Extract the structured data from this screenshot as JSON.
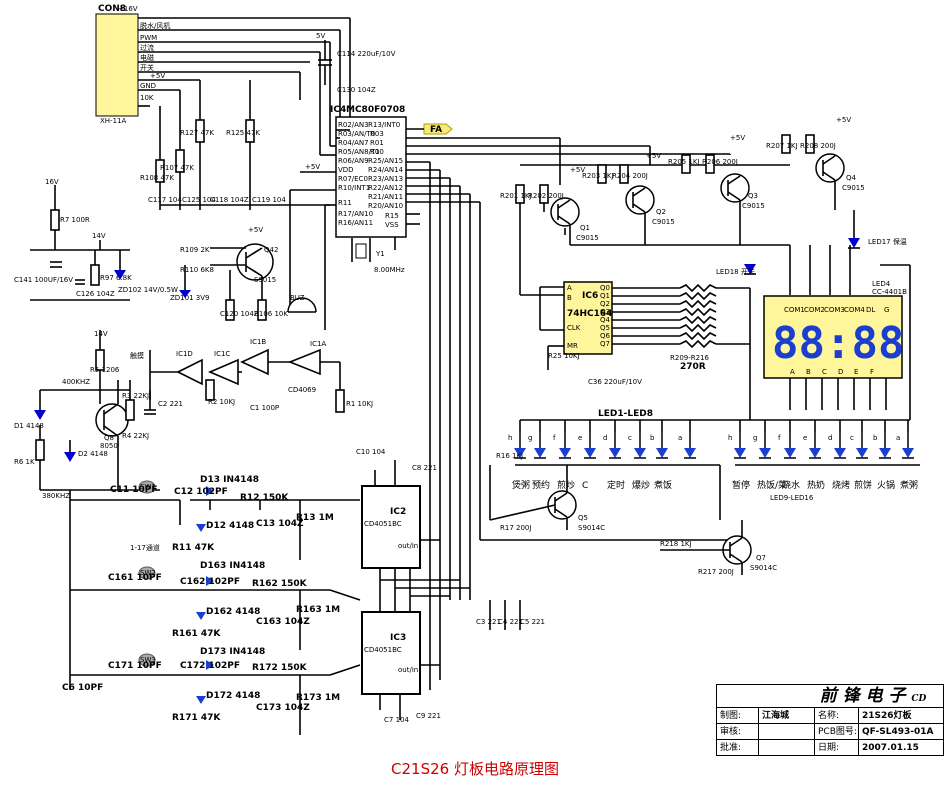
{
  "connector": {
    "name": "CON8",
    "pins": [
      "+16V",
      "脱水/风机",
      "PWM",
      "过流",
      "电磁",
      "开关",
      "+5V",
      "GND",
      "10K"
    ],
    "model": "XH-11A"
  },
  "mcu": {
    "ref": "IC4",
    "part": "MC80F0708",
    "left_pins": [
      "R02/AN3",
      "R03/AN/T0",
      "R04/AN7",
      "R05/AN8/T1",
      "R06/AN9",
      "VDD",
      "R07/EC0",
      "R10/INT1",
      "R11",
      "R17/AN10",
      "R16/AN11"
    ],
    "right_pins": [
      "R13/INT0",
      "R03",
      "R01",
      "R00",
      "R25/AN15",
      "R24/AN14",
      "R23/AN13",
      "R22/AN12",
      "R21/AN11",
      "R20/AN10",
      "R15",
      "VSS"
    ],
    "fa": "FA"
  },
  "crystal": {
    "ref": "Y1",
    "freq": "8.00MHz"
  },
  "shift_reg": {
    "ref": "IC6",
    "part": "74HC164",
    "pins": [
      "A",
      "B",
      "CLK",
      "MR"
    ],
    "outputs": [
      "Q0",
      "Q1",
      "Q2",
      "Q3",
      "Q4",
      "Q5",
      "Q6",
      "Q7"
    ]
  },
  "display": {
    "digits": "88:88",
    "ref": "LED4",
    "part": "CC-4401B",
    "com": [
      "COM1",
      "COM2",
      "COM3",
      "COM4",
      "DL",
      "G"
    ],
    "seg": [
      "A",
      "B",
      "C",
      "D",
      "E",
      "F"
    ]
  },
  "leds_left": {
    "title": "LED1-LED8",
    "labels": [
      "煲粥",
      "预约",
      "煎炒",
      "C",
      "定时",
      "爆炒",
      "煮饭"
    ],
    "seg": [
      "h",
      "g",
      "f",
      "e",
      "d",
      "c",
      "b",
      "a"
    ]
  },
  "leds_right": {
    "title": "LED9-LED16",
    "labels": [
      "暂停",
      "热饭/菜",
      "烧水",
      "热奶",
      "烧烤",
      "煎饼",
      "火锅",
      "煮粥"
    ],
    "seg": [
      "h",
      "g",
      "f",
      "e",
      "d",
      "c",
      "b",
      "a"
    ]
  },
  "components": {
    "q1": "Q1",
    "q1p": "C9015",
    "q2": "Q2",
    "q2p": "C9015",
    "q3": "Q3",
    "q3p": "C9015",
    "q4": "Q4",
    "q4p": "C9015",
    "q5": "Q5",
    "q5p": "S9014C",
    "q7": "Q7",
    "q7p": "S9014C",
    "q8": "Q8",
    "q8p": "8050",
    "q42": "Q42",
    "q42p": "S9015",
    "r201": "R201 1KJ",
    "r202": "R202 200J",
    "r203": "R203 1KJ",
    "r204": "R204 200J",
    "r205": "R205 1KJ",
    "r206": "R206 200J",
    "r207": "R207 1KJ",
    "r208": "R208 200J",
    "r127": "R127 47K",
    "r125": "R125 47K",
    "r107": "R107 47K",
    "r108": "R108 47K",
    "r109": "R109 2K",
    "r110": "R110 6K8",
    "r106": "R106 10K",
    "r7": "R7 100R",
    "r97": "R97 6.8K",
    "c114": "C114 220uF/10V",
    "c130": "C130 104Z",
    "c117": "C117 104",
    "c125": "C125 104",
    "c118": "C118 104Z",
    "c119": "C119 104",
    "c141": "C141 100UF/16V",
    "c126": "C126 104Z",
    "c120": "C120 104Z",
    "zd102": "ZD102 14V/0.5W",
    "zd101": "ZD101 3V9",
    "buz": "BUZ",
    "led17": "LED17 保温",
    "led18": "LED18 开关",
    "r209": "R209-R216",
    "r209v": "270R",
    "r25": "R25 10KJ",
    "c36": "C36 220uF/10V",
    "ic1a": "IC1A",
    "ic1b": "IC1B",
    "ic1c": "IC1C",
    "ic1d": "IC1D",
    "cd4069": "CD4069",
    "r1": "R1 10KJ",
    "c1": "C1 100P",
    "r2": "R2 10KJ",
    "r5": "R5 1206",
    "r3": "R3 22KJ",
    "c2": "C2 221",
    "r4": "R4 22KJ",
    "d1": "D1 4148",
    "d2": "D2 4148",
    "r6": "R6 1K",
    "f400": "400KHZ",
    "f380": "380KHZ",
    "c11": "C11 10PF",
    "c12": "C12 102PF",
    "d13": "D13 IN4148",
    "d12": "D12 4148",
    "r12": "R12 150K",
    "r11": "R11 47K",
    "c13": "C13 104Z",
    "r13": "R13 1M",
    "c161": "C161 10PF",
    "c162": "C162 102PF",
    "d163": "D163 IN4148",
    "d162": "D162 4148",
    "r162": "R162 150K",
    "r161": "R161 47K",
    "c163": "C163 104Z",
    "r163": "R163 1M",
    "c171": "C171 10PF",
    "c6": "C6 10PF",
    "c172": "C172 102PF",
    "d173": "D173 IN4148",
    "d172": "D172 4148",
    "r172": "R172 150K",
    "r171": "R171 47K",
    "c173": "C173 104Z",
    "r173": "R173 1M",
    "ic2": "IC2",
    "ic2p": "CD4051BC",
    "ic3": "IC3",
    "ic3p": "CD4051BC",
    "c10": "C10 104",
    "c8": "C8 221",
    "c7": "C7 104",
    "c9": "C9 221",
    "c3": "C3 221",
    "c4": "C4 221",
    "c5": "C5 221",
    "r16": "R16 1KJ",
    "r17": "R17 200J",
    "r218": "R218 1KJ",
    "r217": "R217 200J",
    "chan": "1-17通道",
    "sw1": "SW1",
    "sw2": "SW2",
    "sw3": "SW3",
    "ch": "触摸"
  },
  "title_block": {
    "company": "前 锋 电 子",
    "company_suffix": "CD",
    "drawn_label": "制图:",
    "drawn": "江海城",
    "name_label": "名称:",
    "name": "21S26灯板",
    "check_label": "审核:",
    "pcb_label": "PCB图号:",
    "pcb": "QF-SL493-01A",
    "approve_label": "批准:",
    "date_label": "日期:",
    "date": "2007.01.15"
  },
  "caption": "C21S26 灯板电路原理图"
}
